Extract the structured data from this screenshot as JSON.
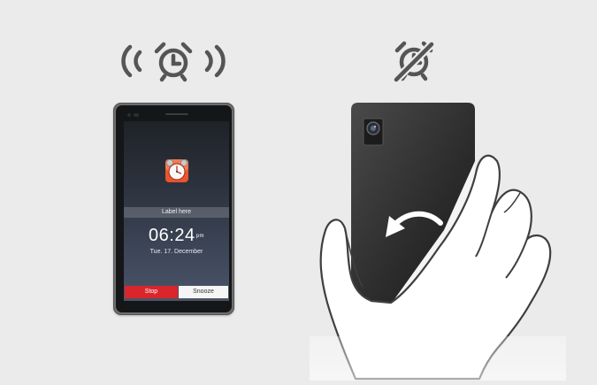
{
  "colors": {
    "background": "#ebebeb",
    "icon_gray": "#555555",
    "stop_red": "#d9262b",
    "alarm_orange": "#e8552f"
  },
  "icons": {
    "ringing": "ringing-alarm-clock-icon",
    "muted": "alarm-off-icon",
    "flip": "curved-arrow-icon"
  },
  "alarm_screen": {
    "label": "Label here",
    "time": "06:24",
    "ampm": "pm",
    "date": "Tue. 17. December",
    "stop_label": "Stop",
    "snooze_label": "Snooze"
  }
}
